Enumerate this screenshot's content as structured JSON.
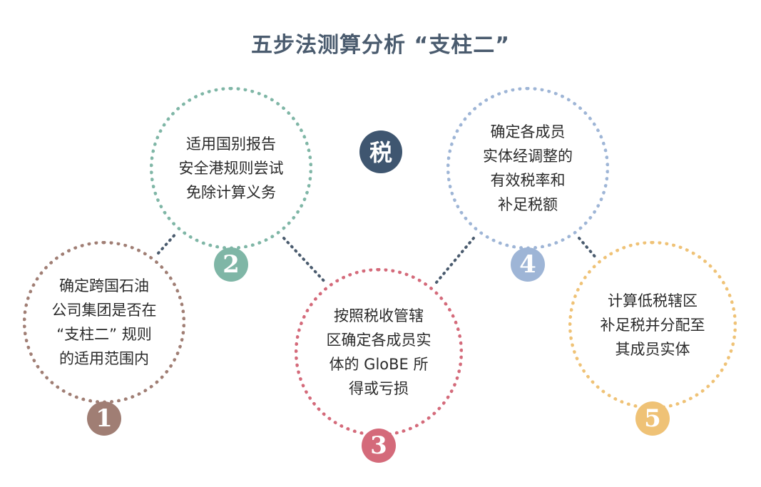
{
  "title": "五步法测算分析 “支柱二”",
  "logo": {
    "glyph": "税",
    "color": "#3f5670"
  },
  "connector_color": "#4a5b6e",
  "steps": [
    {
      "number": "1",
      "color": "#a07e74",
      "lines": [
        "确定跨国石油",
        "公司集团是否在",
        "“支柱二” 规则",
        "的适用范围内"
      ]
    },
    {
      "number": "2",
      "color": "#7fb6a6",
      "lines": [
        "适用国别报告",
        "安全港规则尝试",
        "免除计算义务"
      ]
    },
    {
      "number": "3",
      "color": "#d46a7a",
      "lines": [
        "按照税收管辖",
        "区确定各成员实",
        "体的 GloBE 所",
        "得或亏损"
      ]
    },
    {
      "number": "4",
      "color": "#9eb5d6",
      "lines": [
        "确定各成员",
        "实体经调整的",
        "有效税率和",
        "补足税额"
      ]
    },
    {
      "number": "5",
      "color": "#efc276",
      "lines": [
        "计算低税辖区",
        "补足税并分配至",
        "其成员实体"
      ]
    }
  ]
}
